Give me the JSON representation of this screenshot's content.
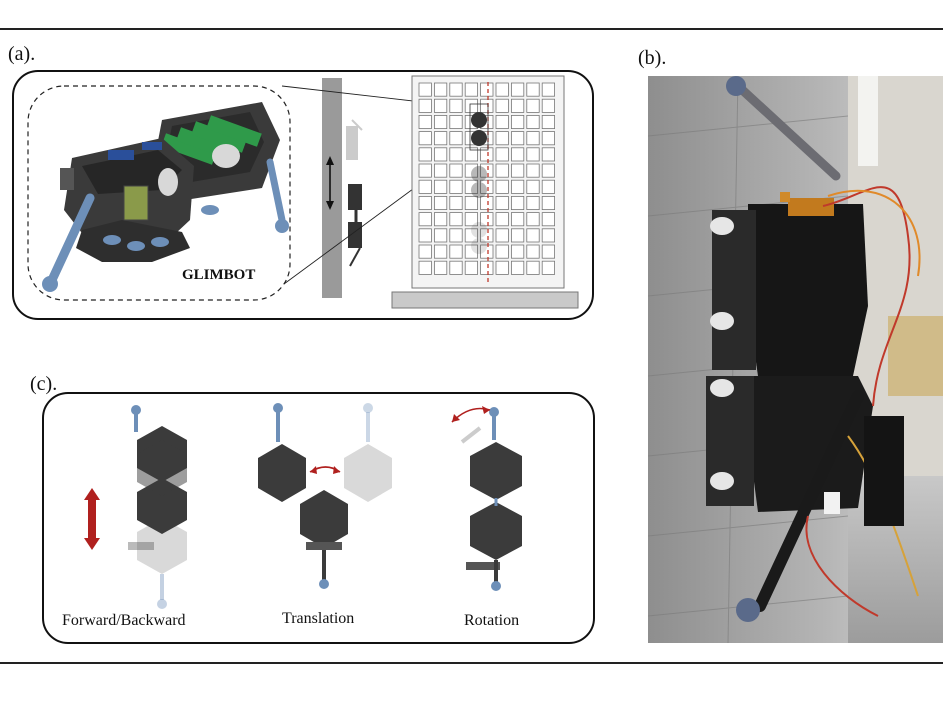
{
  "labels": {
    "a": "(a).",
    "b": "(b).",
    "c": "(c)."
  },
  "panel_a": {
    "robot_name": "GLIMBOT"
  },
  "panel_c": {
    "captions": [
      "Forward/Backward",
      "Translation",
      "Rotation"
    ]
  },
  "colors": {
    "robot_body": "#3a3a3a",
    "battery_green": "#2f9a4a",
    "leg_blue": "#6d8fb8",
    "arrow_red": "#b0201e",
    "grid_line": "#777777",
    "wall_gray": "#9a9a9a"
  }
}
